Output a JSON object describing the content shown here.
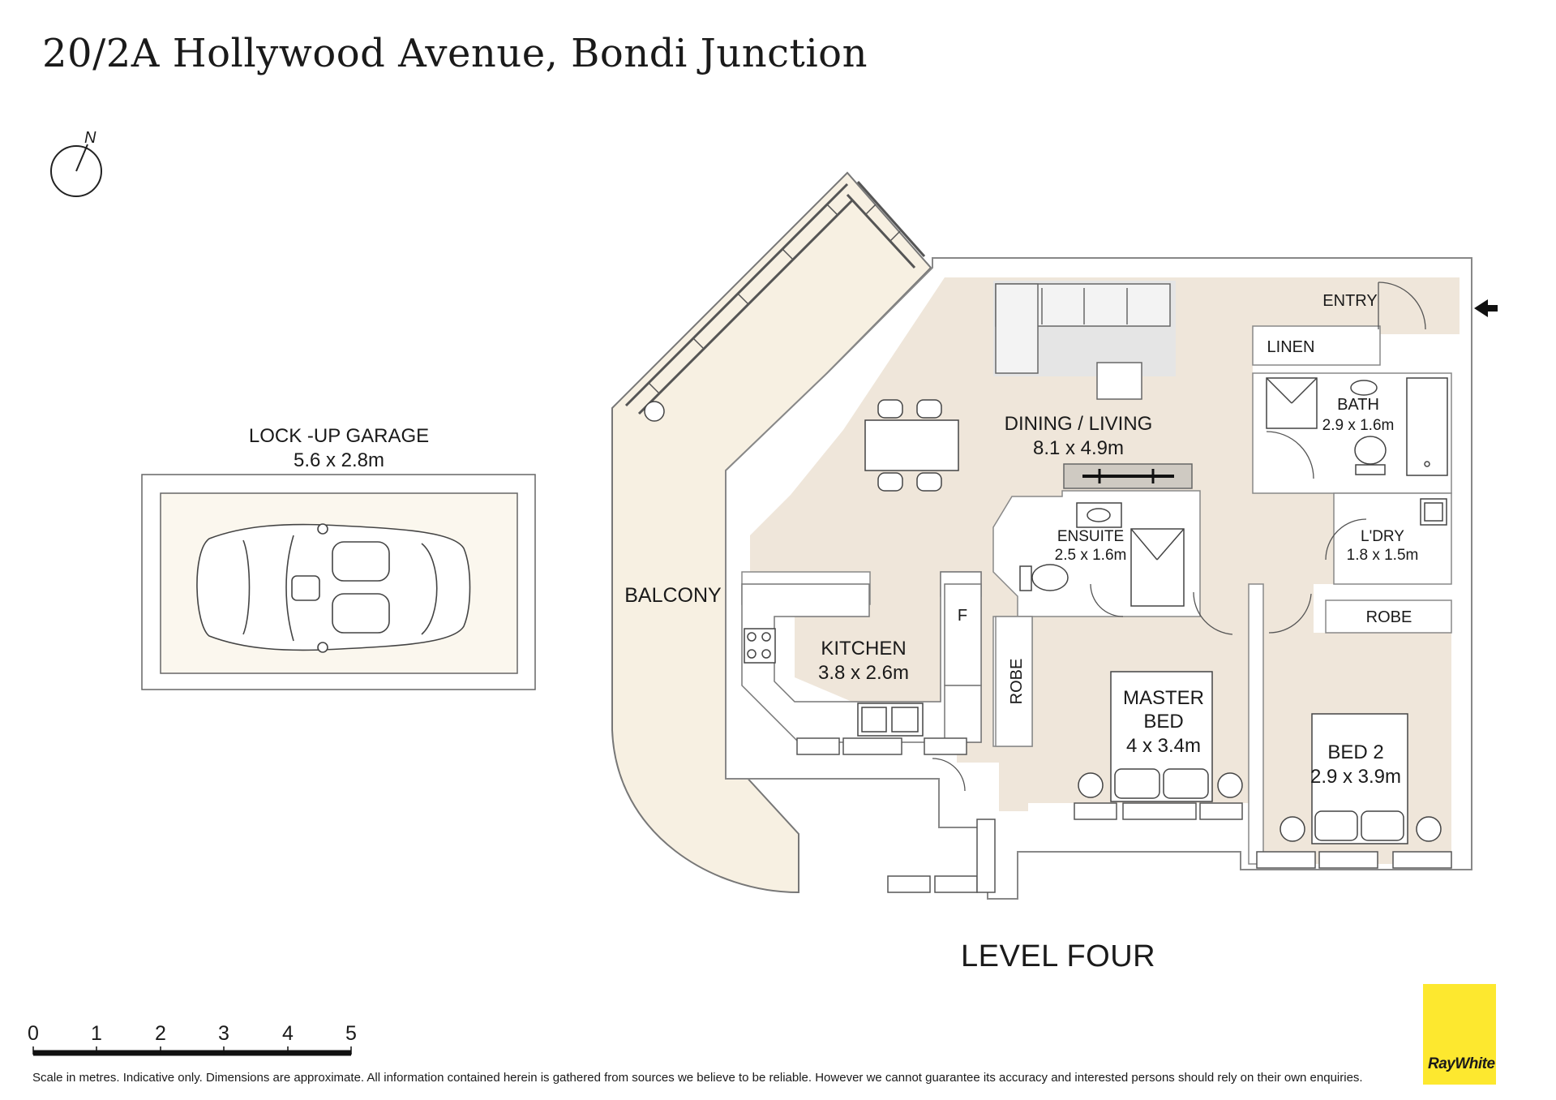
{
  "title": "20/2A Hollywood Avenue, Bondi Junction",
  "compass_label": "N",
  "garage": {
    "name": "LOCK -UP GARAGE",
    "size": "5.6 x 2.8m"
  },
  "rooms": {
    "balcony": "BALCONY",
    "dining_living": {
      "name": "DINING / LIVING",
      "size": "8.1 x 4.9m"
    },
    "kitchen": {
      "name": "KITCHEN",
      "size": "3.8 x 2.6m"
    },
    "fridge": "F",
    "robe_master": "ROBE",
    "ensuite": {
      "name": "ENSUITE",
      "size": "2.5 x 1.6m"
    },
    "master_bed": {
      "line1": "MASTER",
      "line2": "BED",
      "size": "4 x 3.4m"
    },
    "entry": "ENTRY",
    "linen": "LINEN",
    "bath": {
      "name": "BATH",
      "size": "2.9 x 1.6m"
    },
    "laundry": {
      "name": "L'DRY",
      "size": "1.8 x 1.5m"
    },
    "robe_bed2": "ROBE",
    "bed2": {
      "name": "BED 2",
      "size": "2.9 x 3.9m"
    }
  },
  "level_label": "LEVEL FOUR",
  "scale": {
    "ticks": [
      "0",
      "1",
      "2",
      "3",
      "4",
      "5"
    ]
  },
  "disclaimer": "Scale in metres. Indicative only. Dimensions are approximate. All information contained herein is gathered from sources we believe to be reliable. However we cannot guarantee its accuracy and interested persons should rely on their own enquiries.",
  "logo_text": "RayWhite",
  "colors": {
    "floor": "#efe6da",
    "garage_floor": "#fbf7ee",
    "balcony": "#f7f0e2",
    "wall": "#ffffff",
    "outline": "#555555",
    "logo": "#fde82f"
  }
}
